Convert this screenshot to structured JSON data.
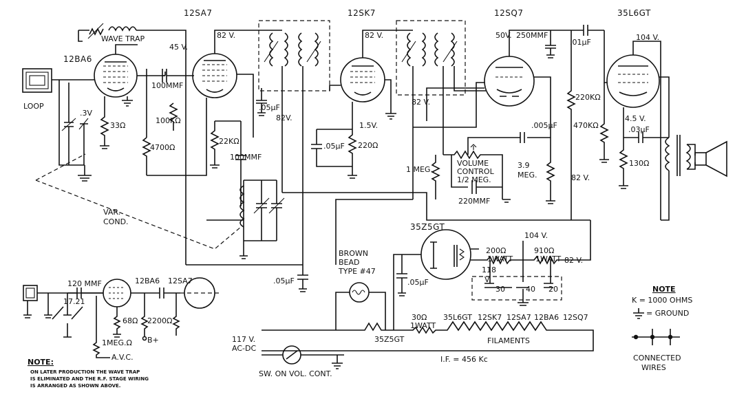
{
  "tubes": {
    "t1": "12BA6",
    "t2": "12SA7",
    "t3": "12SK7",
    "t4": "12SQ7",
    "t5": "35L6GT",
    "t6": "35Z5GT"
  },
  "voltages": {
    "v45": "45 V.",
    "v82a": "82 V.",
    "v82b": "82 V.",
    "v82c": "82V.",
    "v82d": "82 V.",
    "v82e": "82 V.",
    "v82f": "82 V.",
    "v50": "50V.",
    "v104a": "104 V.",
    "v104b": "104 V.",
    "v3": ".3V",
    "v15": "1.5V.",
    "v45b": "4.5 V.",
    "v118": "118",
    "vV": "V."
  },
  "components": {
    "wave_trap": "WAVE TRAP",
    "loop": "LOOP",
    "c100mmf": "100MMF",
    "r33": "33Ω",
    "r100k": "100KΩ",
    "r4700": "4700Ω",
    "r22k": "22KΩ",
    "c05a": ".05µF",
    "c100mmf2": "100MMF",
    "c05b": ".05µF",
    "r220": "220Ω",
    "var_cond_1": "VAR.",
    "var_cond_2": "COND.",
    "c05c": ".05µF",
    "c250mmf": "250MMF",
    "c01": ".01µF",
    "c005": ".005µF",
    "r220k": "220KΩ",
    "r470k": "470KΩ",
    "c03": ".03µF",
    "r130": "130Ω",
    "r1meg": "1 MEG.",
    "vol1": "VOLUME",
    "vol2": "CONTROL",
    "vol3": "1/2 MEG.",
    "c220mmf": "220MMF",
    "r39": "3.9",
    "r39b": "MEG.",
    "bead1": "BROWN",
    "bead2": "BEAD",
    "bead3": "TYPE #47",
    "c05d": ".05µF",
    "r200": "200Ω",
    "r200w": "1WATT",
    "r910": "910Ω",
    "r910w": "1WATT",
    "cap30": "30",
    "cap40": "40",
    "cap20": "20",
    "r30": "30Ω",
    "r30w": "1WATT",
    "fil_label": "FILAMENTS",
    "fil_z5": "35Z5GT",
    "fil_l6": "35L6GT",
    "fil_sk7": "12SK7",
    "fil_sa7": "12SA7",
    "fil_ba6": "12BA6",
    "fil_sq7": "12SQ7",
    "ac1": "117 V.",
    "ac2": "AC-DC",
    "sw": "SW. ON VOL. CONT.",
    "if": "I.F. = 456 Kc"
  },
  "inset": {
    "c120": "120 MMF",
    "v1721": "17.21",
    "tube1": "12BA6",
    "tube2": "12SA7",
    "r68": "68Ω",
    "r2200": "2200Ω",
    "r1meg": "1MEG.Ω",
    "bplus": "B+",
    "avc": "A.V.C."
  },
  "notes": {
    "main_title": "NOTE",
    "k": "K = 1000 OHMS",
    "ground": "= GROUND",
    "conn1": "CONNECTED",
    "conn2": "WIRES",
    "bottom_title": "NOTE:",
    "bottom_1": "ON LATER PRODUCTION THE WAVE TRAP",
    "bottom_2": "IS ELIMINATED AND THE R.F. STAGE WIRING",
    "bottom_3": "IS ARRANGED AS SHOWN ABOVE."
  }
}
